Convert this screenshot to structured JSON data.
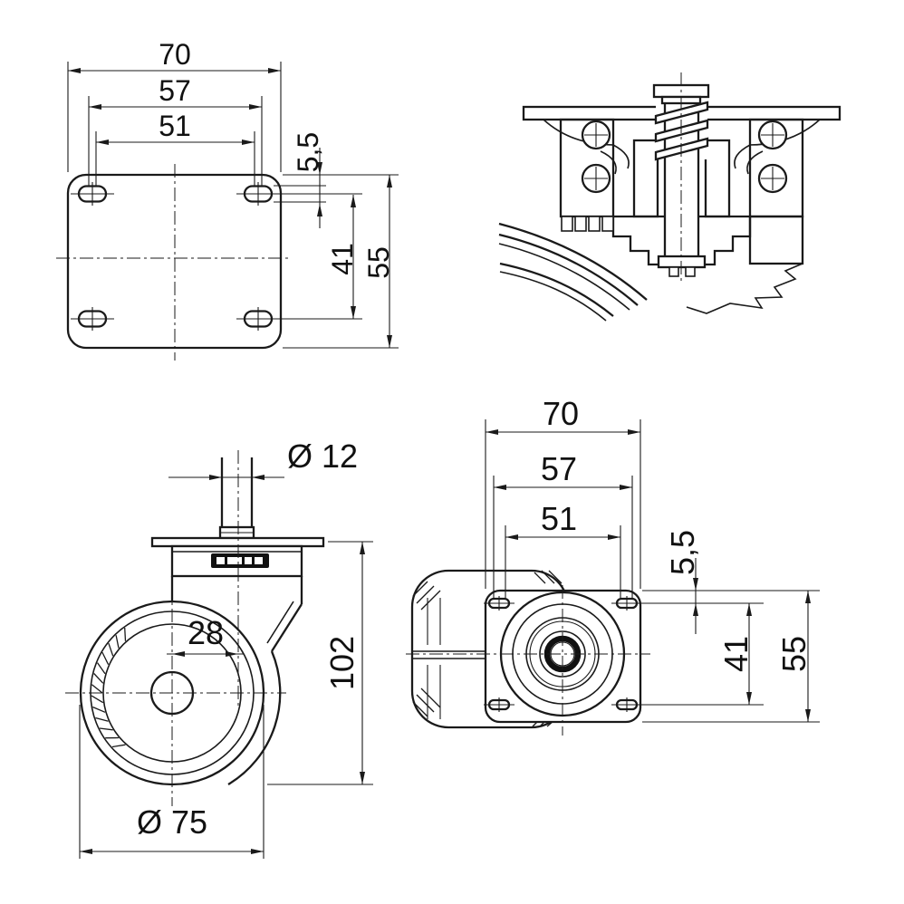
{
  "drawing": {
    "colors": {
      "ink": "#1a1a1a",
      "background": "#ffffff"
    },
    "views": {
      "plate_bottom": {
        "dims": {
          "plate_width": "70",
          "hole_spacing_outer": "57",
          "hole_spacing_inner": "51",
          "slot_offset": "5,5",
          "hole_spacing_vertical": "41",
          "plate_depth": "55"
        }
      },
      "swivel_section": {},
      "side": {
        "dims": {
          "stem_diameter": "Ø 12",
          "swivel_offset": "28",
          "overall_height": "102",
          "wheel_diameter": "Ø 75"
        }
      },
      "plan_top": {
        "dims": {
          "plate_width": "70",
          "hole_spacing_outer": "57",
          "hole_spacing_inner": "51",
          "slot_offset": "5,5",
          "hole_spacing_vertical": "41",
          "plate_depth": "55"
        }
      }
    }
  }
}
